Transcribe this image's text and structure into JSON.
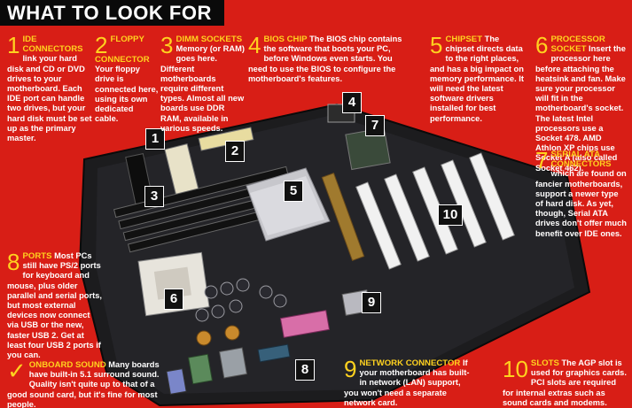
{
  "title": "WHAT TO LOOK FOR",
  "markers": [
    "1",
    "2",
    "3",
    "4",
    "5",
    "6",
    "7",
    "8",
    "9",
    "10"
  ],
  "callouts": {
    "ide": {
      "num": "1",
      "head": "IDE CONNECTORS",
      "body": "link your hard disk and CD or DVD drives to your motherboard. Each IDE port can handle two drives, but your hard disk must be set up as the primary master."
    },
    "floppy": {
      "num": "2",
      "head": "FLOPPY CONNECTOR",
      "body": "Your floppy drive is connected here, using its own dedicated cable."
    },
    "dimm": {
      "num": "3",
      "head": "DIMM SOCKETS",
      "body": "Memory (or RAM) goes here. Different motherboards require different types. Almost all new boards use DDR RAM, available in various speeds."
    },
    "bios": {
      "num": "4",
      "head": "BIOS CHIP",
      "body": "The BIOS chip contains the software that boots your PC, before Windows even starts. You need to use the BIOS to configure the motherboard's features."
    },
    "chipset": {
      "num": "5",
      "head": "CHIPSET",
      "body": "The chipset directs data to the right places, and has a big impact on memory performance. It will need the latest software drivers installed for best performance."
    },
    "processor": {
      "num": "6",
      "head": "PROCESSOR SOCKET",
      "body": "Insert the processor here before attaching the heatsink and fan. Make sure your processor will fit in the motherboard's socket. The latest Intel processors use a Socket 478. AMD Athlon XP chips use Socket A (also called Socket 462)."
    },
    "sata": {
      "num": "7",
      "head": "SERIAL ATA CONNECTORS",
      "body": "which are found on fancier motherboards, support a newer type of hard disk. As yet, though, Serial ATA drives don't offer much benefit over IDE ones."
    },
    "ports": {
      "num": "8",
      "head": "PORTS",
      "body": "Most PCs still have PS/2 ports for keyboard and mouse, plus older parallel and serial ports, but most external devices now connect via USB or the new, faster USB 2. Get at least four USB 2 ports if you can."
    },
    "sound": {
      "num": "✓",
      "head": "ONBOARD SOUND",
      "body": "Many boards have built-in 5.1 surround sound. Quality isn't quite up to that of a good sound card, but it's fine for most people."
    },
    "network": {
      "num": "9",
      "head": "NETWORK CONNECTOR",
      "body": "If your motherboard has built-in network (LAN) support, you won't need a separate network card."
    },
    "slots": {
      "num": "10",
      "head": "SLOTS",
      "body": "The AGP slot is used for graphics cards. PCI slots are required for internal extras such as sound cards and modems."
    }
  }
}
